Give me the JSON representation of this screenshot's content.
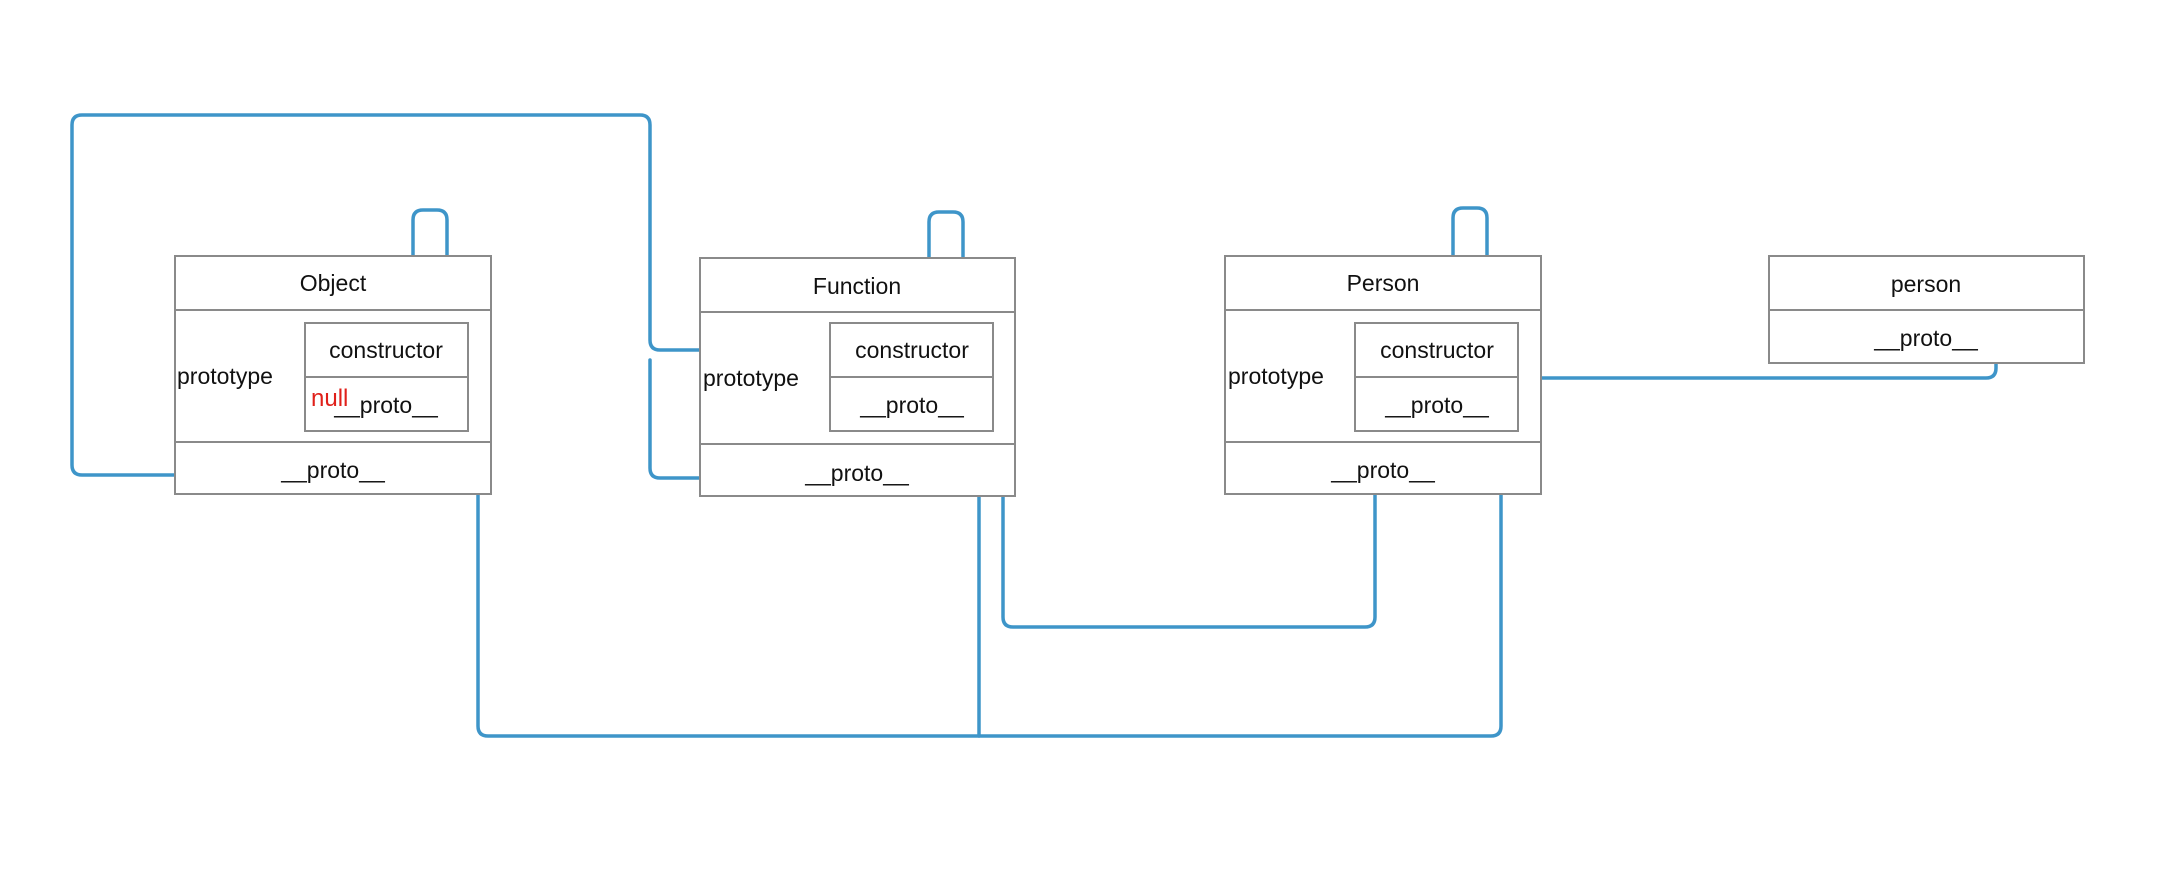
{
  "colors": {
    "connector": "#3e95c9",
    "border": "#8a8a8a",
    "null_text": "#e0201a"
  },
  "nodes": {
    "object": {
      "title": "Object",
      "prototype_label": "prototype",
      "constructor_label": "constructor",
      "proto_label": "__proto__",
      "inner_proto_label": "__proto__",
      "null_label": "null"
    },
    "function": {
      "title": "Function",
      "prototype_label": "prototype",
      "constructor_label": "constructor",
      "proto_label": "__proto__",
      "inner_proto_label": "__proto__"
    },
    "person_ctor": {
      "title": "Person",
      "prototype_label": "prototype",
      "constructor_label": "constructor",
      "proto_label": "__proto__",
      "inner_proto_label": "__proto__"
    },
    "person_instance": {
      "title": "person",
      "proto_label": "__proto__"
    }
  }
}
